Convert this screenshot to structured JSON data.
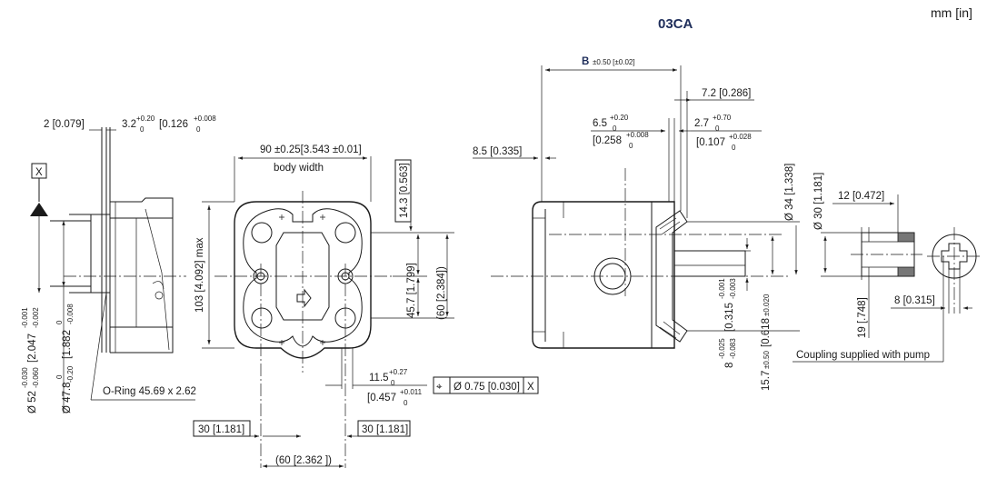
{
  "title": "03CA",
  "units": "mm [in]",
  "colors": {
    "title": "#1e2d5a",
    "line": "#1a1a1a"
  },
  "side_view": {
    "dim_2": "2 [0.079]",
    "dim_32_main": "3.2",
    "dim_32_tol_up": "+0.20",
    "dim_32_tol_dn": "0",
    "dim_32_in": "[0.126",
    "dim_32_in_up": "+0.008",
    "dim_32_in_dn": "0",
    "datum": "X",
    "dia52": "Ø 52",
    "dia52_tol_up": "-0.030",
    "dia52_tol_dn": "-0.060",
    "dia52_in": "[2.047",
    "dia52_in_up": "-0.001",
    "dia52_in_dn": "-0.002",
    "dia478": "Ø 47.8",
    "dia478_tol_up": "0",
    "dia478_tol_dn": "-0.20",
    "dia478_in": "[1.882",
    "dia478_in_up": "0",
    "dia478_in_dn": "-0.008",
    "oring": "O-Ring 45.69 x 2.62"
  },
  "front_view": {
    "width_dim": "90 ±0.25[3.543 ±0.01]",
    "body_width": "body width",
    "height_dim": "103 [4.092] max",
    "dim_143": "14.3 [0.563]",
    "dim_457": "45.7 [1.799]",
    "dim_60v": "(60 [2.384])",
    "dim_115": "11.5",
    "dim_115_up": "+0.27",
    "dim_115_dn": "0",
    "dim_115_in": "[0.457",
    "dim_115_in_up": "+0.011",
    "dim_115_in_dn": "0",
    "tol_frame_pos": "⌖",
    "tol_frame_val": "Ø 0.75 [0.030]",
    "tol_frame_datum": "X",
    "dim_30_left": "30 [1.181]",
    "dim_30_right": "30 [1.181]",
    "dim_60h": "(60 [2.362 ])"
  },
  "right_view": {
    "B": "B",
    "B_tol": "±0.50 [±0.02]",
    "dim_72": "7.2 [0.286]",
    "dim_65": "6.5",
    "dim_65_up": "+0.20",
    "dim_65_dn": "0",
    "dim_65_in": "[0.258",
    "dim_65_in_up": "+0.008",
    "dim_65_in_dn": "0",
    "dim_27": "2.7",
    "dim_27_up": "+0.70",
    "dim_27_dn": "0",
    "dim_27_in": "[0.107",
    "dim_27_in_up": "+0.028",
    "dim_27_in_dn": "0",
    "dim_85": "8.5 [0.335]",
    "dia34": "Ø 34 [1.338]",
    "dim_8": "8",
    "dim_8_up": "-0.025",
    "dim_8_dn": "-0.083",
    "dim_8_in": "[0.315",
    "dim_8_in_up": "-0.001",
    "dim_8_in_dn": "-0.003",
    "dim_157": "15.7",
    "dim_157_tol": "±0.50",
    "dim_157_in": "[0.618",
    "dim_157_in_tol": "±0.020"
  },
  "coupling": {
    "dia30": "Ø 30 [1.181]",
    "dim_12": "12 [0.472]",
    "dim_19": "19 [.748]",
    "dim_8": "8 [0.315]",
    "label": "Coupling supplied with pump"
  }
}
